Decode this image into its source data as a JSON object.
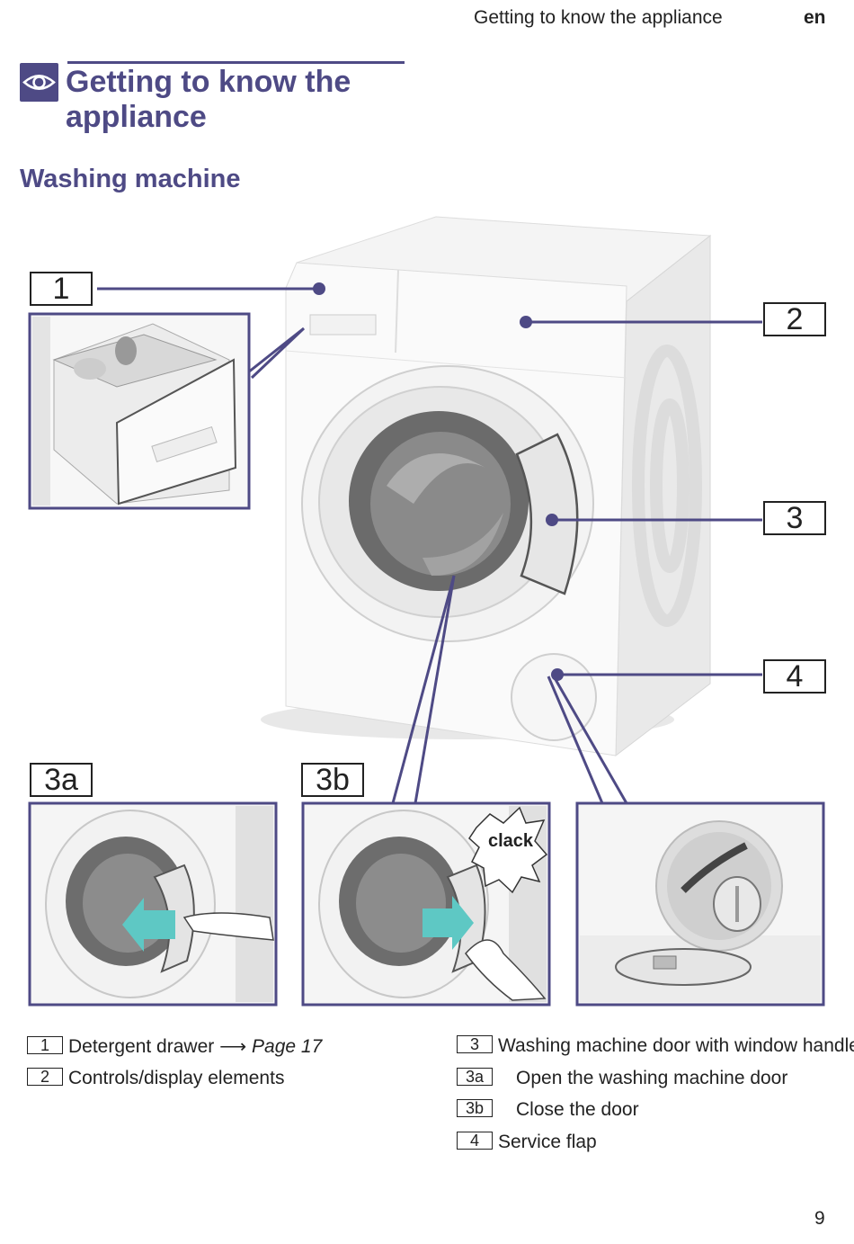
{
  "header": {
    "section": "Getting to know the appliance",
    "lang": "en"
  },
  "page_title": "Getting to know the appliance",
  "section_title": "Washing machine",
  "callouts": {
    "c1": "1",
    "c2": "2",
    "c3": "3",
    "c4": "4",
    "c3a": "3a",
    "c3b": "3b"
  },
  "clack_text": "clack",
  "legend": {
    "item1": {
      "num": "1",
      "text": "Detergent drawer",
      "arrow": "⟶",
      "ref": "Page 17"
    },
    "item2": {
      "num": "2",
      "text": "Controls/display elements"
    },
    "item3": {
      "num": "3",
      "text": "Washing machine door with window handle"
    },
    "item3a": {
      "num": "3a",
      "text": "Open the washing machine door"
    },
    "item3b": {
      "num": "3b",
      "text": "Close the door"
    },
    "item4": {
      "num": "4",
      "text": "Service flap"
    }
  },
  "page_number": "9",
  "colors": {
    "accent": "#4e4a85",
    "arrow_teal": "#5ec8c4"
  },
  "icons": {
    "section_icon": "eye-icon"
  }
}
